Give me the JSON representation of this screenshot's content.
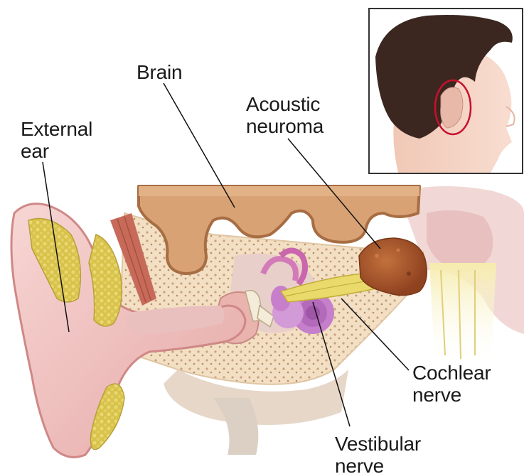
{
  "labels": {
    "brain": {
      "line1": "Brain"
    },
    "acoustic_neuroma": {
      "line1": "Acoustic",
      "line2": "neuroma"
    },
    "external_ear": {
      "line1": "External",
      "line2": "ear"
    },
    "cochlear_nerve": {
      "line1": "Cochlear",
      "line2": "nerve"
    },
    "vestibular_nerve": {
      "line1": "Vestibular",
      "line2": "nerve"
    }
  },
  "colors": {
    "skin": "#f0c3c2",
    "skin_dark": "#d99a98",
    "cartilage_fat": "#d8c24a",
    "bone": "#f2dfc4",
    "brain_tan": "#d9a274",
    "brain_outline": "#a76d43",
    "nerve": "#e9da6b",
    "tumor": "#a8552b",
    "inset_frame": "#333333",
    "highlight_ring": "#c8102e",
    "hair": "#3b2720"
  }
}
